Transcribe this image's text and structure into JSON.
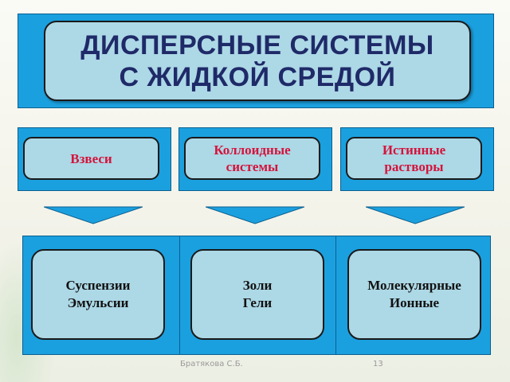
{
  "title": {
    "line1": "ДИСПЕРСНЫЕ СИСТЕМЫ",
    "line2": "С ЖИДКОЙ СРЕДОЙ"
  },
  "categories": [
    {
      "lines": [
        "Взвеси"
      ]
    },
    {
      "lines": [
        "Коллоидные",
        "системы"
      ]
    },
    {
      "lines": [
        "Истинные",
        "растворы"
      ]
    }
  ],
  "types": [
    {
      "lines": [
        "Суспензии",
        "Эмульсии"
      ]
    },
    {
      "lines": [
        "Золи",
        "Гели"
      ]
    },
    {
      "lines": [
        "Молекулярные",
        "Ионные"
      ]
    }
  ],
  "footer": {
    "author": "Братякова С.Б.",
    "page": "13"
  },
  "colors": {
    "panel": "#1ba0df",
    "box": "#add8e6",
    "title_text": "#1f2a68",
    "category_text": "#d4143c"
  }
}
